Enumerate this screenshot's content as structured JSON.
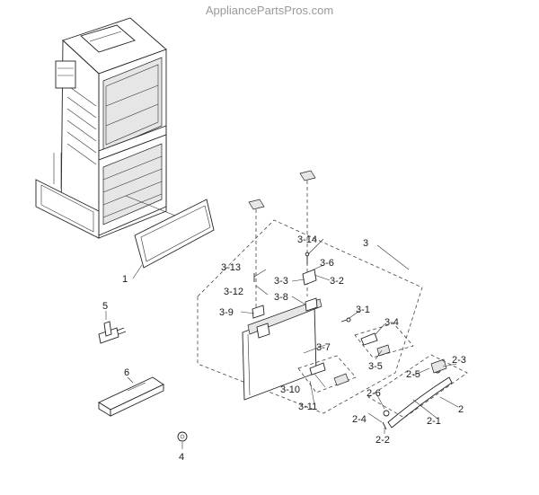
{
  "watermark": "AppliancePartsPros.com",
  "callouts": {
    "c1": "1",
    "c2": "2",
    "c2_1": "2-1",
    "c2_2": "2-2",
    "c2_3": "2-3",
    "c2_4": "2-4",
    "c2_5": "2-5",
    "c2_6": "2-6",
    "c3": "3",
    "c3_1": "3-1",
    "c3_2": "3-2",
    "c3_3": "3-3",
    "c3_4": "3-4",
    "c3_5": "3-5",
    "c3_6": "3-6",
    "c3_7": "3-7",
    "c3_8": "3-8",
    "c3_9": "3-9",
    "c3_10": "3-10",
    "c3_11": "3-11",
    "c3_12": "3-12",
    "c3_13": "3-13",
    "c3_14": "3-14",
    "c4": "4",
    "c5": "5",
    "c6": "6"
  }
}
